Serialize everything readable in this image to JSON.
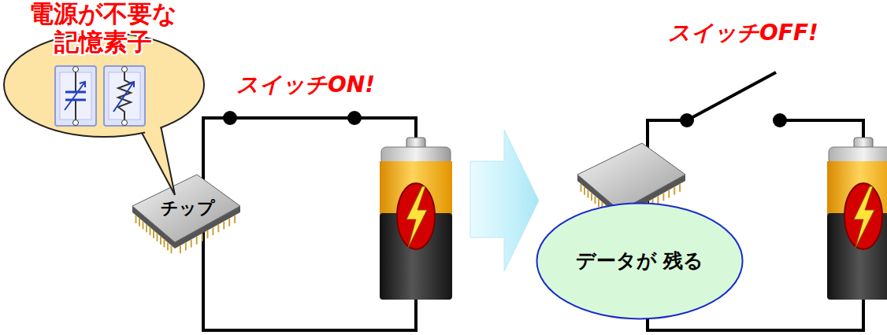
{
  "diagram": {
    "nodes": [
      {
        "text": [
          "電源が不要な 記憶素子"
        ]
      },
      {
        "text": [
          "チップ"
        ]
      },
      {
        "text": [
          "データが 残る"
        ]
      }
    ],
    "labels": [
      "スイッチON!",
      "スイッチOFF!"
    ]
  }
}
